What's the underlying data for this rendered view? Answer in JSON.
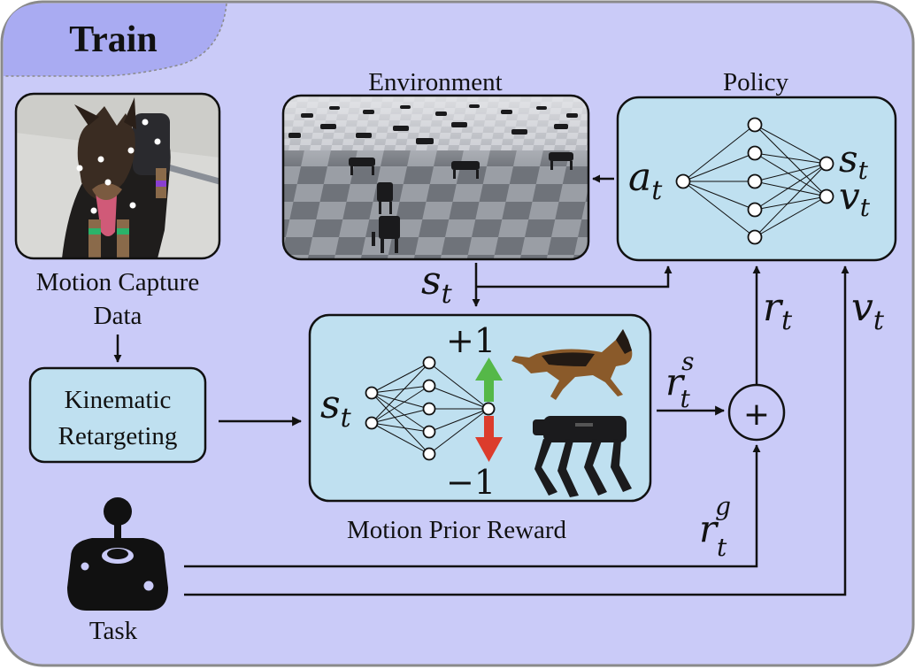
{
  "title": "Train",
  "labels": {
    "environment": "Environment",
    "policy": "Policy",
    "mocap_line1": "Motion Capture",
    "mocap_line2": "Data",
    "kinematic_line1": "Kinematic",
    "kinematic_line2": "Retargeting",
    "motion_prior": "Motion Prior Reward",
    "task": "Task",
    "plus_one": "+1",
    "minus_one": "−1",
    "sum": "+"
  },
  "symbols": {
    "a": "a",
    "s": "s",
    "v": "v",
    "r": "r",
    "sub_t": "t",
    "sup_s": "s",
    "sup_g": "g"
  },
  "colors": {
    "frame_fill": "#cacbf8",
    "frame_stroke": "#8a8a8a",
    "tab_fill": "#a9abf2",
    "box_fill": "#bfe0f0",
    "stroke": "#111111",
    "arrow_up": "#55b848",
    "arrow_down": "#dc3c2c"
  },
  "icons": {
    "mocap_photo": "dog-mocap-photo",
    "environment_sim": "checkerboard-sim-robots",
    "dog": "dog-running-icon",
    "robot": "quadruped-robot-icon",
    "joystick": "joystick-icon"
  }
}
